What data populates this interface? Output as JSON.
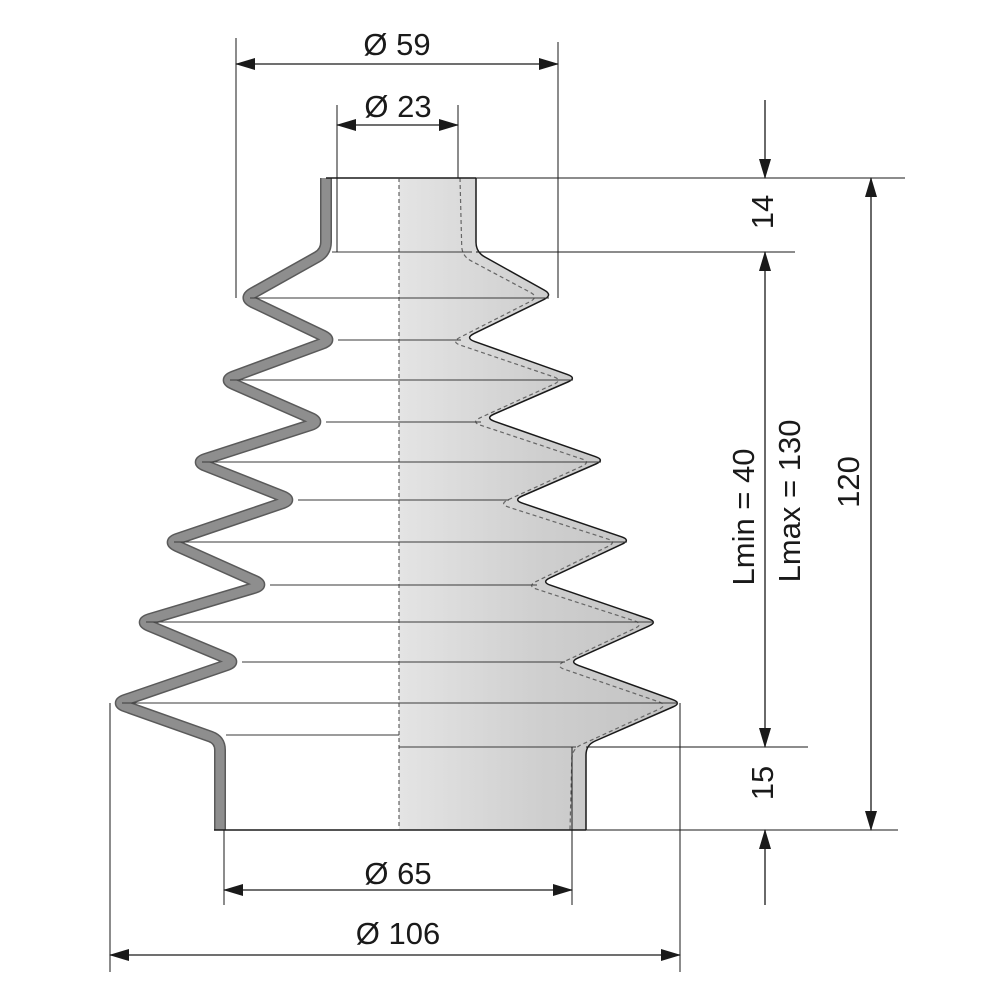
{
  "labels": {
    "top_outer_diameter": "Ø 59",
    "top_inner_diameter": "Ø 23",
    "top_collar_height": "14",
    "bottom_collar_height": "15",
    "lmin": "Lmin = 40",
    "lmax": "Lmax = 130",
    "total_height": "120",
    "bottom_inner_diameter": "Ø 65",
    "bottom_outer_diameter": "Ø 106"
  },
  "colors": {
    "wall": "#8e8e8e",
    "wall_edge": "#5a5a5a",
    "section_fill": "#d9d9d9",
    "line": "#1a1a1a",
    "hidden_line": "#666666"
  }
}
